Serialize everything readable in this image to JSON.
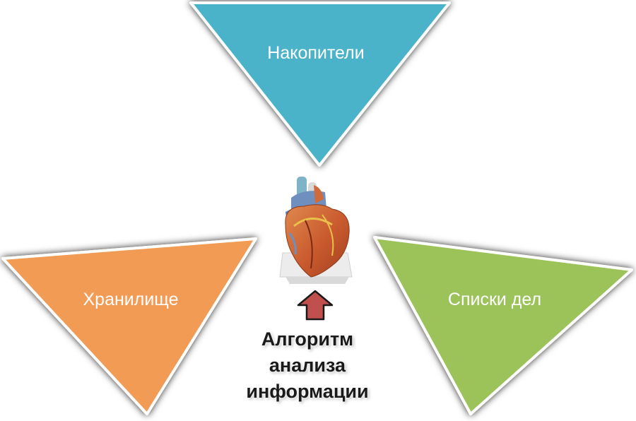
{
  "diagram": {
    "nodes": [
      {
        "id": "top",
        "label": "Накопители",
        "color": "#4bb3c9"
      },
      {
        "id": "left",
        "label": "Хранилище",
        "color": "#f29b55"
      },
      {
        "id": "right",
        "label": "Списки дел",
        "color": "#9bc35a"
      }
    ],
    "center": {
      "image": "heart-model",
      "arrow_color": "#c0504d",
      "caption_lines": [
        "Алгоритм",
        "анализа",
        "информации"
      ]
    }
  }
}
